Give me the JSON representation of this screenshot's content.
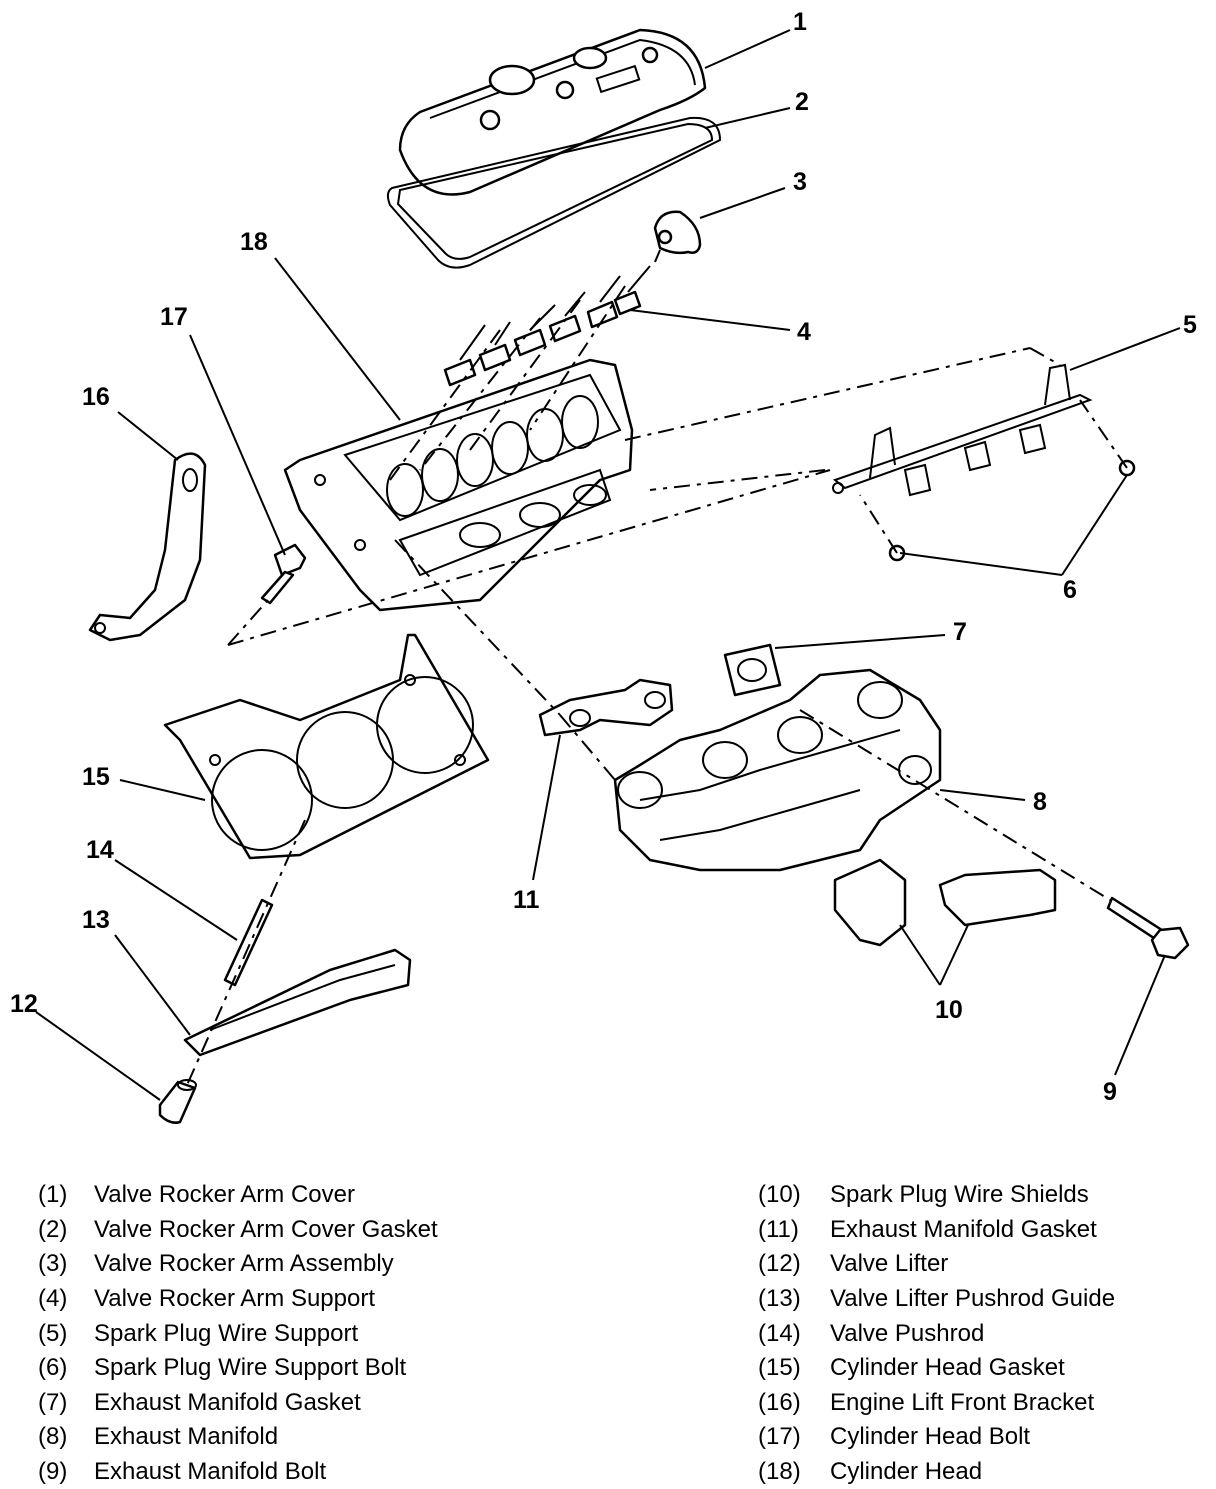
{
  "callouts": [
    "1",
    "2",
    "3",
    "4",
    "5",
    "6",
    "7",
    "8",
    "9",
    "10",
    "11",
    "12",
    "13",
    "14",
    "15",
    "16",
    "17",
    "18"
  ],
  "legend": {
    "left": [
      {
        "num": "(1)",
        "name": "Valve Rocker Arm Cover"
      },
      {
        "num": "(2)",
        "name": "Valve Rocker Arm Cover Gasket"
      },
      {
        "num": "(3)",
        "name": "Valve Rocker Arm Assembly"
      },
      {
        "num": "(4)",
        "name": "Valve Rocker Arm Support"
      },
      {
        "num": "(5)",
        "name": "Spark Plug Wire Support"
      },
      {
        "num": "(6)",
        "name": "Spark Plug Wire Support Bolt"
      },
      {
        "num": "(7)",
        "name": "Exhaust Manifold Gasket"
      },
      {
        "num": "(8)",
        "name": "Exhaust Manifold"
      },
      {
        "num": "(9)",
        "name": "Exhaust Manifold Bolt"
      }
    ],
    "right": [
      {
        "num": "(10)",
        "name": "Spark Plug Wire Shields"
      },
      {
        "num": "(11)",
        "name": "Exhaust Manifold Gasket"
      },
      {
        "num": "(12)",
        "name": "Valve Lifter"
      },
      {
        "num": "(13)",
        "name": "Valve Lifter Pushrod Guide"
      },
      {
        "num": "(14)",
        "name": "Valve Pushrod"
      },
      {
        "num": "(15)",
        "name": "Cylinder Head Gasket"
      },
      {
        "num": "(16)",
        "name": "Engine Lift Front Bracket"
      },
      {
        "num": "(17)",
        "name": "Cylinder Head Bolt"
      },
      {
        "num": "(18)",
        "name": "Cylinder Head"
      }
    ]
  }
}
